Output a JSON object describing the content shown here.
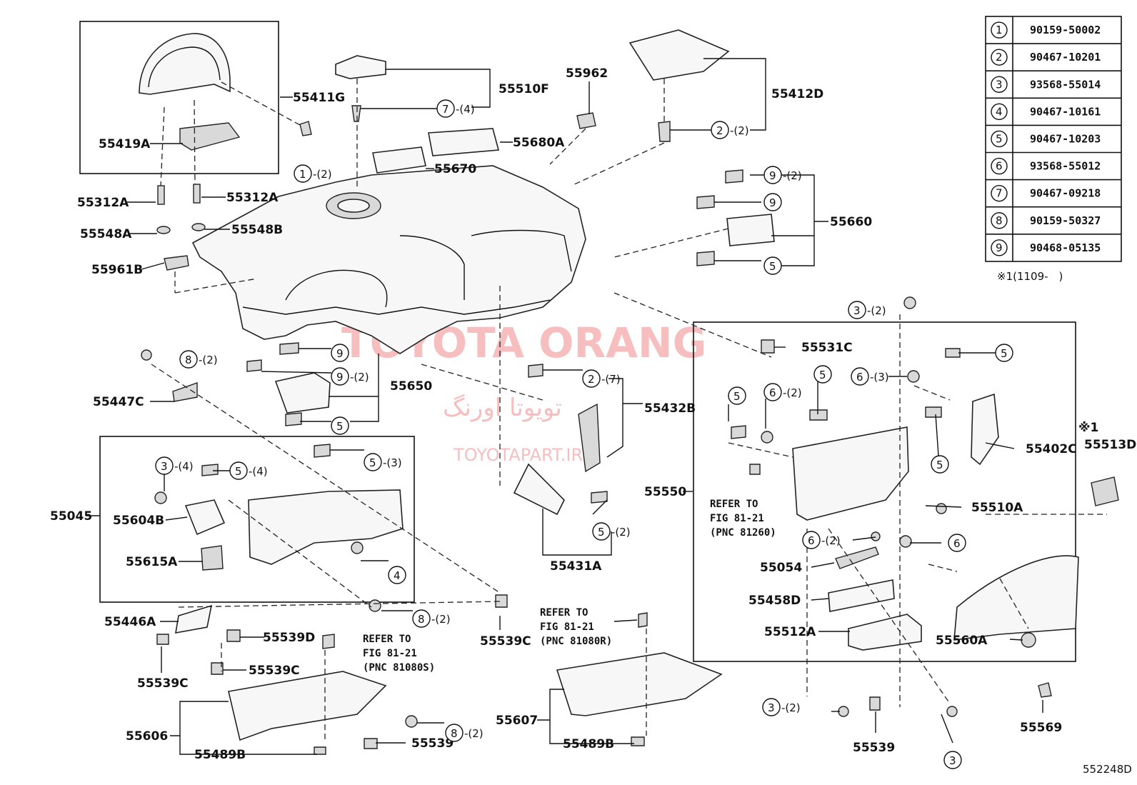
{
  "labels": {
    "l55411G": "55411G",
    "l55419A": "55419A",
    "l55312A_l": "55312A",
    "l55312A_r": "55312A",
    "l55548A": "55548A",
    "l55548B": "55548B",
    "l55961B": "55961B",
    "l55510F": "55510F",
    "l55962": "55962",
    "l55680A": "55680A",
    "l55670": "55670",
    "l55412D": "55412D",
    "l55660": "55660",
    "l55447C": "55447C",
    "l55650": "55650",
    "l55432B": "55432B",
    "l55045": "55045",
    "l55604B": "55604B",
    "l55615A": "55615A",
    "l55431A": "55431A",
    "l55446A": "55446A",
    "l55539D": "55539D",
    "l55539C_a": "55539C",
    "l55539C_b": "55539C",
    "l55539C_c": "55539C",
    "l55606": "55606",
    "l55489B_a": "55489B",
    "l55539_a": "55539",
    "l55607": "55607",
    "l55489B_b": "55489B",
    "l55531C": "55531C",
    "l55550": "55550",
    "l55402C": "55402C",
    "l55513D": "55513D",
    "l55510A": "55510A",
    "l55054": "55054",
    "l55458D": "55458D",
    "l55512A": "55512A",
    "l55560A": "55560A",
    "l55539_b": "55539",
    "l55569": "55569",
    "figure_code": "552248D",
    "note_mark": "※1",
    "note_text": "※1(1109-　)"
  },
  "refers": {
    "r1": [
      "REFER TO",
      "FIG 81-21",
      "(PNC 81260)"
    ],
    "r2": [
      "REFER TO",
      "FIG 81-21",
      "(PNC 81080S)"
    ],
    "r3": [
      "REFER TO",
      "FIG 81-21",
      "(PNC 81080R)"
    ]
  },
  "callouts": [
    {
      "n": "1",
      "q": "-(2)"
    },
    {
      "n": "7",
      "q": "-(4)"
    },
    {
      "n": "2",
      "q": "-(2)"
    },
    {
      "n": "9",
      "q": "-(2)"
    },
    {
      "n": "9",
      "q": ""
    },
    {
      "n": "5",
      "q": ""
    },
    {
      "n": "8",
      "q": "-(2)"
    },
    {
      "n": "9",
      "q": ""
    },
    {
      "n": "9",
      "q": "-(2)"
    },
    {
      "n": "5",
      "q": ""
    },
    {
      "n": "2",
      "q": "-(7)"
    },
    {
      "n": "3",
      "q": "-(4)"
    },
    {
      "n": "5",
      "q": "-(4)"
    },
    {
      "n": "5",
      "q": "-(3)"
    },
    {
      "n": "4",
      "q": ""
    },
    {
      "n": "5",
      "q": "-(2)"
    },
    {
      "n": "8",
      "q": "-(2)"
    },
    {
      "n": "8",
      "q": "-(2)"
    },
    {
      "n": "3",
      "q": "-(2)"
    },
    {
      "n": "5",
      "q": ""
    },
    {
      "n": "6",
      "q": "-(2)"
    },
    {
      "n": "6",
      "q": "-(3)"
    },
    {
      "n": "5",
      "q": ""
    },
    {
      "n": "5",
      "q": ""
    },
    {
      "n": "5",
      "q": ""
    },
    {
      "n": "6",
      "q": "-(2)"
    },
    {
      "n": "6",
      "q": ""
    },
    {
      "n": "3",
      "q": "-(2)"
    },
    {
      "n": "3",
      "q": ""
    }
  ],
  "parts_table": [
    {
      "no": "1",
      "part": "90159-50002"
    },
    {
      "no": "2",
      "part": "90467-10201"
    },
    {
      "no": "3",
      "part": "93568-55014"
    },
    {
      "no": "4",
      "part": "90467-10161"
    },
    {
      "no": "5",
      "part": "90467-10203"
    },
    {
      "no": "6",
      "part": "93568-55012"
    },
    {
      "no": "7",
      "part": "90467-09218"
    },
    {
      "no": "8",
      "part": "90159-50327"
    },
    {
      "no": "9",
      "part": "90468-05135"
    }
  ],
  "watermark": {
    "brand": "TOYOTA ORANG",
    "persian": "تویوتا اورنگ",
    "site": "TOYOTAPART.IR"
  }
}
